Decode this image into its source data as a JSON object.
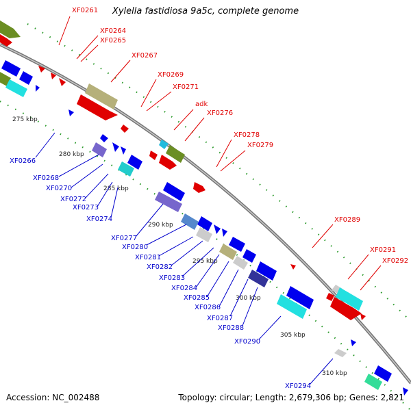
{
  "title": "Xylella fastidiosa 9a5c, complete genome",
  "footer": {
    "accession": "Accession: NC_002488",
    "summary": "Topology: circular; Length: 2,679,306 bp; Genes: 2,821"
  },
  "kbp_labels": [
    "275 kbp",
    "280 kbp",
    "285 kbp",
    "290 kbp",
    "295 kbp",
    "300 kbp",
    "305 kbp",
    "310 kbp"
  ],
  "forward_labels": [
    "XF0261",
    "XF0264",
    "XF0265",
    "XF0267",
    "XF0269",
    "XF0271",
    "adk",
    "XF0276",
    "XF0278",
    "XF0279",
    "XF0289",
    "XF0291",
    "XF0292"
  ],
  "reverse_labels": [
    "XF0266",
    "XF0268",
    "XF0270",
    "XF0272",
    "XF0273",
    "XF0274",
    "XF0277",
    "XF0280",
    "XF0281",
    "XF0282",
    "XF0283",
    "XF0284",
    "XF0285",
    "XF0286",
    "XF0287",
    "XF0288",
    "XF0290",
    "XF0294"
  ],
  "colors": {
    "forward_label": "#e00000",
    "reverse_label": "#0000cc",
    "backbone": "#888888",
    "tick": "#1a8a1a"
  }
}
